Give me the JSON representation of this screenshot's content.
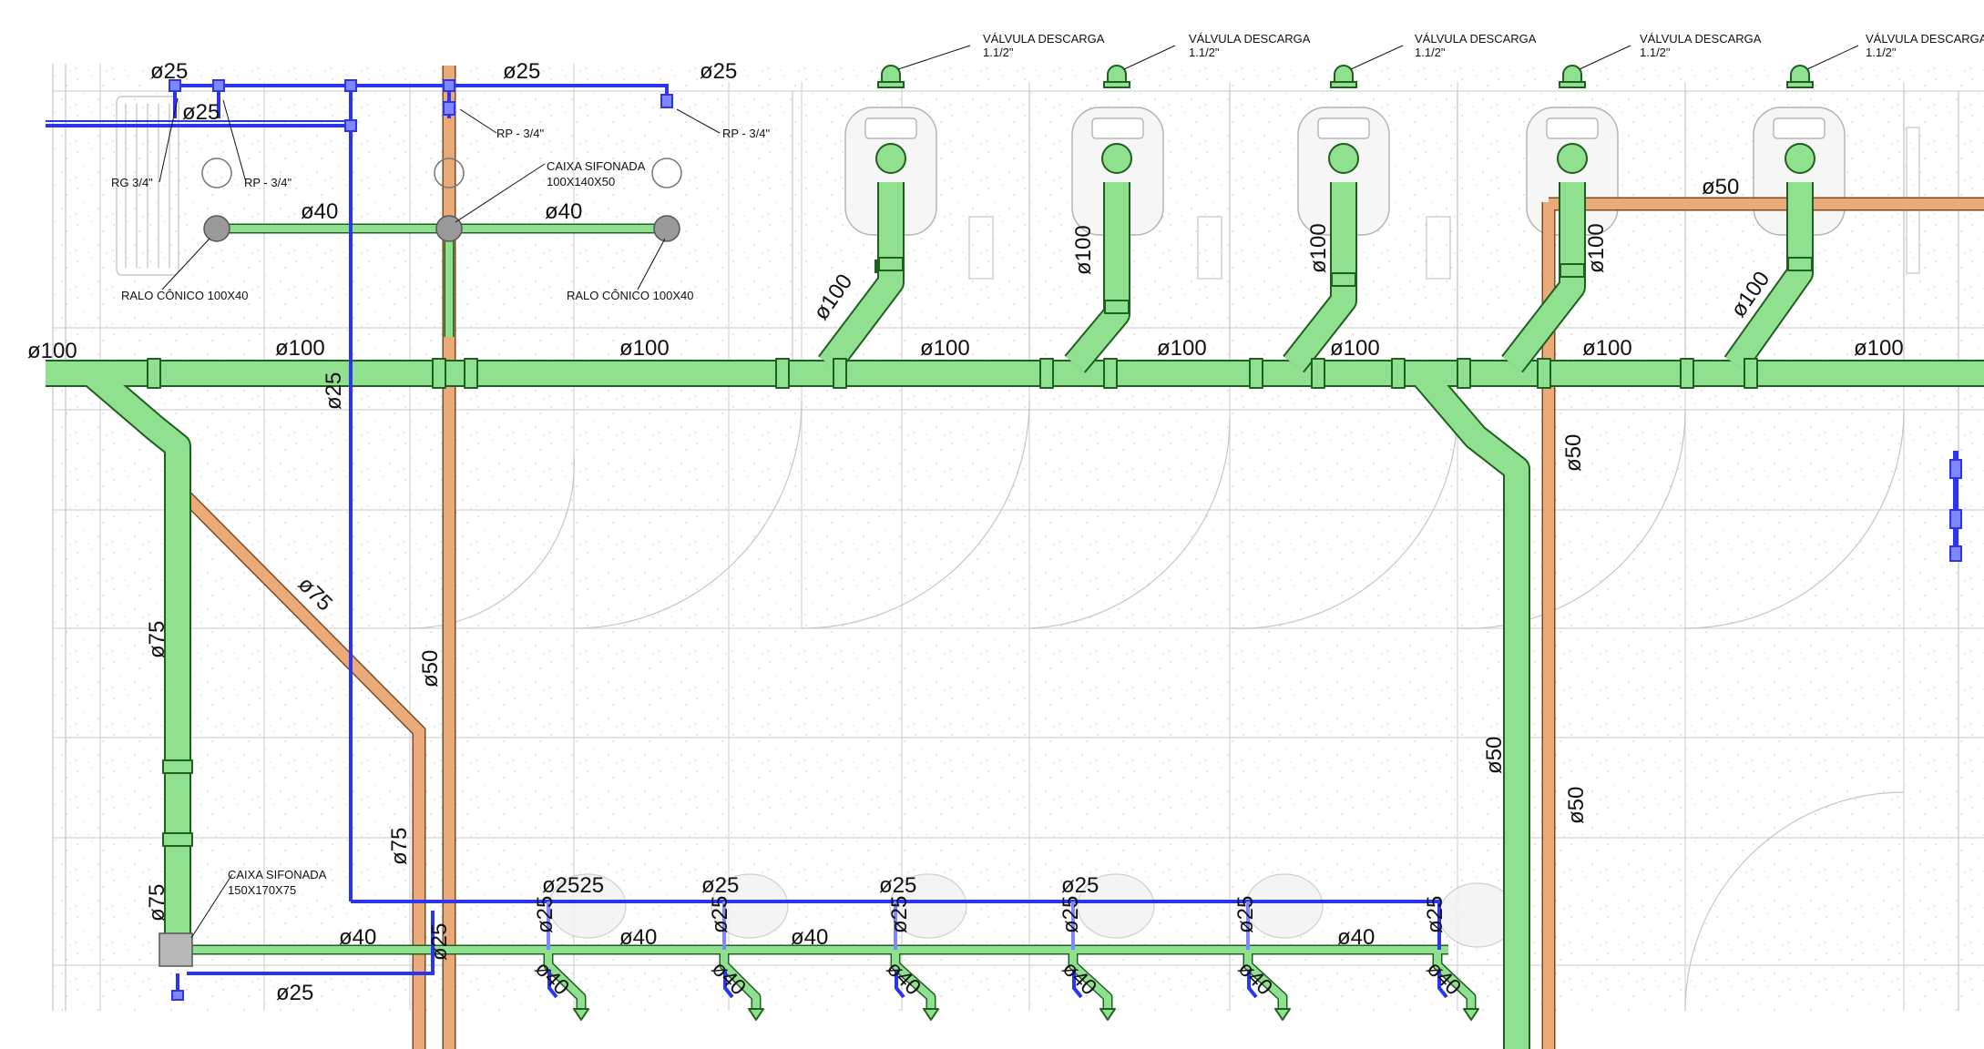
{
  "colors": {
    "sewer": "#8fe08f",
    "sewer_stroke": "#1f5f1f",
    "vent": "#f0b07e",
    "vent_stroke": "#7a4a22",
    "water": "#2b34ee",
    "water_light": "#7f86ff",
    "floor_grid": "#d4d4d4",
    "background": "#ffffff"
  },
  "labels": {
    "valve_title": "VÁLVULA DESCARGA",
    "valve_size": "1.1/2\"",
    "rp": "RP - 3/4\"",
    "rg": "RG 3/4\"",
    "caixa1_a": "CAIXA SIFONADA",
    "caixa1_b": "100X140X50",
    "caixa2_a": "CAIXA SIFONADA",
    "caixa2_b": "150X170X75",
    "ralo": "RALO CÔNICO 100X40"
  },
  "dims": {
    "d25": "ø25",
    "d40": "ø40",
    "d50": "ø50",
    "d75": "ø75",
    "d100": "ø100",
    "d2525": "ø2525",
    "d25b": "ø25"
  }
}
